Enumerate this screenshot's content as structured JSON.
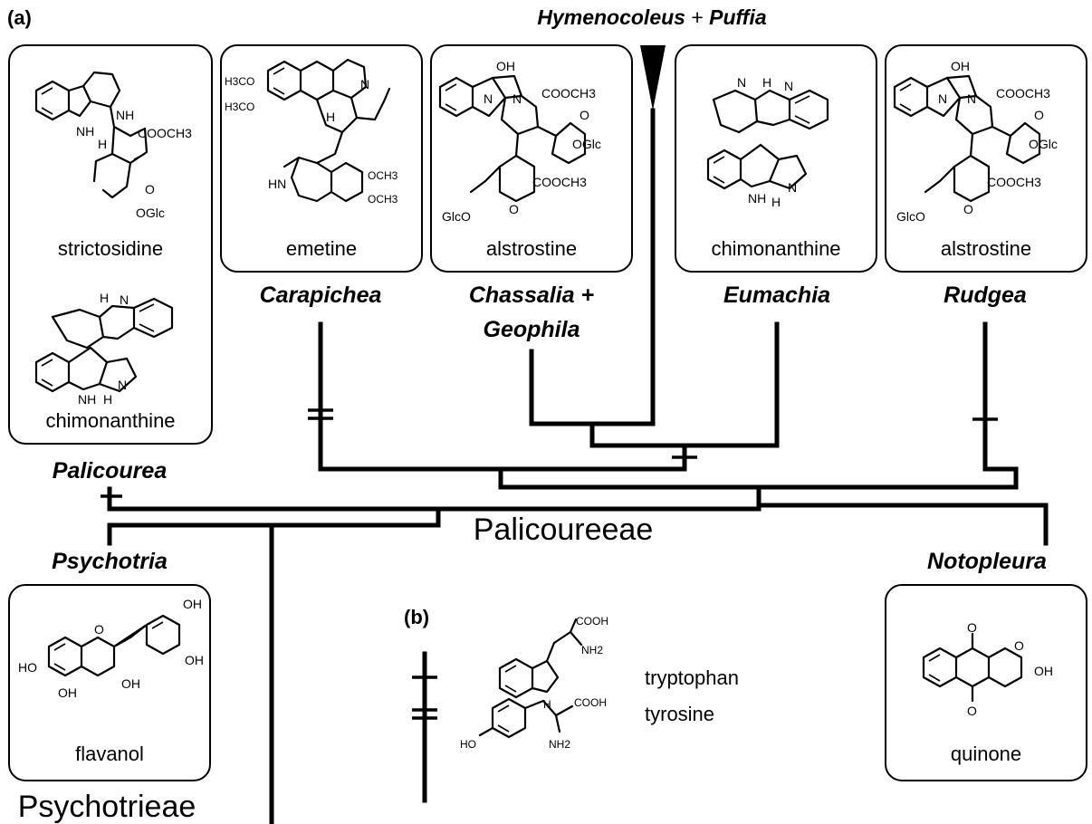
{
  "panel_labels": {
    "a": "(a)",
    "b": "(b)"
  },
  "clade_top": {
    "genus1": "Hymenocoleus",
    "joiner": " + ",
    "genus2": "Puffia"
  },
  "genera": {
    "palicourea": "Palicourea",
    "carapichea": "Carapichea",
    "chassalia_line1": "Chassalia +",
    "chassalia_line2": "Geophila",
    "eumachia": "Eumachia",
    "rudgea": "Rudgea",
    "psychotria": "Psychotria",
    "notopleura": "Notopleura"
  },
  "tribes": {
    "palicoureeae": "Palicoureeae",
    "psychotrieae": "Psychotrieae"
  },
  "compounds": {
    "palicourea_1": "strictosidine",
    "palicourea_2": "chimonanthine",
    "carapichea": "emetine",
    "chassalia": "alstrostine",
    "eumachia": "chimonanthine",
    "rudgea": "alstrostine",
    "psychotria": "flavanol",
    "notopleura": "quinone"
  },
  "legend": {
    "single_bar": "tryptophan",
    "double_bar": "tyrosine"
  },
  "atoms": {
    "nh": "NH",
    "h": "H",
    "n": "N",
    "hn": "HN",
    "oh": "OH",
    "o": "O",
    "ho": "HO",
    "cooch3": "COOCH3",
    "coch3": "COOCH3",
    "oglc": "OGlc",
    "glco": "GlcO",
    "h3co": "H3CO",
    "och3": "OCH3",
    "cooh": "COOH",
    "nh2": "NH2"
  }
}
